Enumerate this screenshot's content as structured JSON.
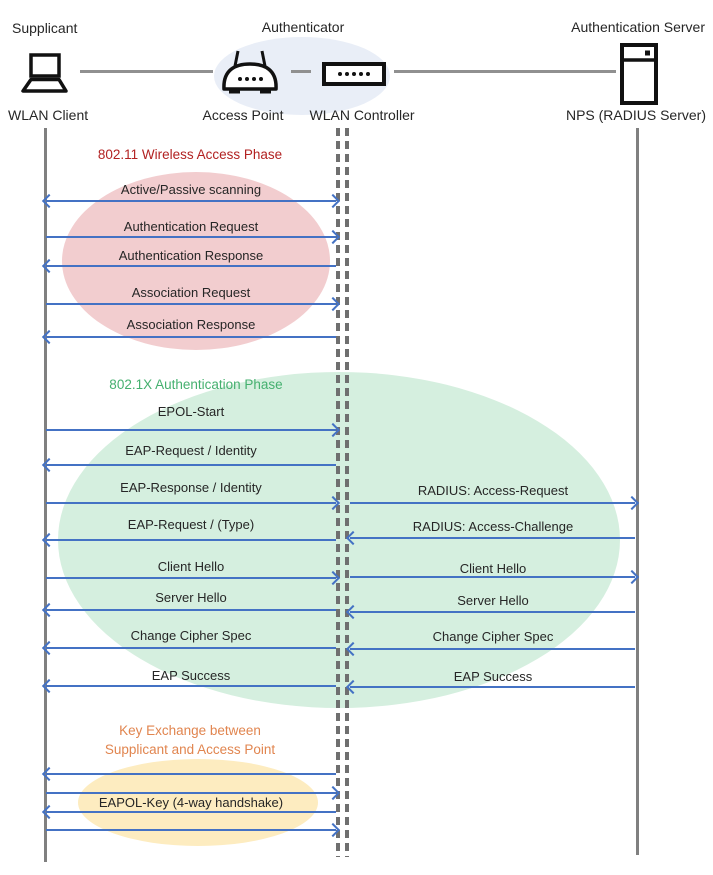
{
  "header": {
    "roles": [
      "Supplicant",
      "Authenticator",
      "Authentication Server"
    ],
    "devices": [
      "WLAN Client",
      "Access Point",
      "WLAN Controller",
      "NPS (RADIUS Server)"
    ],
    "icons": [
      "laptop-icon",
      "access-point-icon",
      "wlan-controller-icon",
      "server-icon"
    ]
  },
  "phase1": {
    "title": "802.11 Wireless Access Phase",
    "title_color": "#B22222",
    "ellipse_color": "#F2CDCF",
    "messages": [
      {
        "label": "Active/Passive scanning",
        "direction": "both"
      },
      {
        "label": "Authentication Request",
        "direction": "right"
      },
      {
        "label": "Authentication Response",
        "direction": "left"
      },
      {
        "label": "Association Request",
        "direction": "right"
      },
      {
        "label": "Association Response",
        "direction": "left"
      }
    ]
  },
  "phase2": {
    "title": "802.1X Authentication Phase",
    "title_color": "#45B06F",
    "ellipse_color": "#D5EFDF",
    "messages_client_side": [
      {
        "label": "EPOL-Start",
        "direction": "right"
      },
      {
        "label": "EAP-Request / Identity",
        "direction": "left"
      },
      {
        "label": "EAP-Response / Identity",
        "direction": "right"
      },
      {
        "label": "EAP-Request / (Type)",
        "direction": "left"
      },
      {
        "label": "Client Hello",
        "direction": "right"
      },
      {
        "label": "Server Hello",
        "direction": "left"
      },
      {
        "label": "Change Cipher Spec",
        "direction": "left"
      },
      {
        "label": "EAP Success",
        "direction": "left"
      }
    ],
    "messages_server_side": [
      {
        "label": "RADIUS: Access-Request",
        "direction": "right"
      },
      {
        "label": "RADIUS: Access-Challenge",
        "direction": "left"
      },
      {
        "label": "Client Hello",
        "direction": "right"
      },
      {
        "label": "Server Hello",
        "direction": "left"
      },
      {
        "label": "Change Cipher Spec",
        "direction": "left"
      },
      {
        "label": "EAP Success",
        "direction": "left"
      }
    ]
  },
  "phase3": {
    "title_line1": "Key Exchange between",
    "title_line2": "Supplicant and Access Point",
    "title_color": "#E1854F",
    "ellipse_color": "#FDECC0",
    "label": "EAPOL-Key (4-way handshake)",
    "arrow_directions": [
      "left",
      "right",
      "left",
      "right"
    ]
  },
  "colors": {
    "arrow": "#4472C4",
    "lifeline": "#808080",
    "text": "#262626",
    "authenticator_ellipse": "#E9EEF7"
  }
}
